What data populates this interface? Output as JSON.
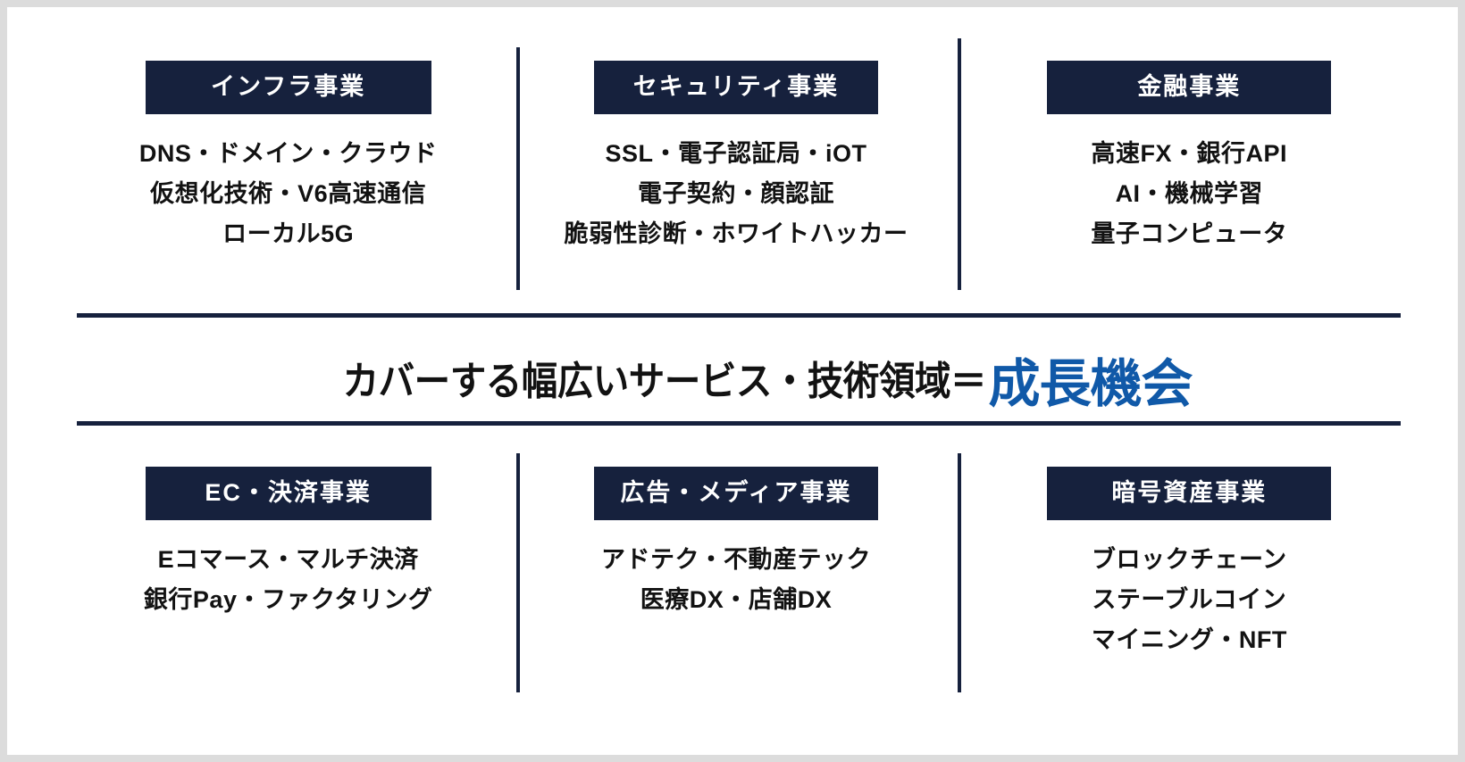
{
  "theme": {
    "chip_background": "#16213d",
    "rule_color": "#16213d",
    "accent_color": "#1059a8",
    "body_text_color": "#121212",
    "page_background": "#ffffff",
    "page_border_color": "#dcdcdc"
  },
  "top_row": {
    "columns": [
      {
        "title": "インフラ事業",
        "items": [
          "DNS・ドメイン・クラウド",
          "仮想化技術・V6高速通信",
          "ローカル5G"
        ]
      },
      {
        "title": "セキュリティ事業",
        "items": [
          "SSL・電子認証局・iOT",
          "電子契約・顔認証",
          "脆弱性診断・ホワイトハッカー"
        ]
      },
      {
        "title": "金融事業",
        "items": [
          "高速FX・銀行API",
          "AI・機械学習",
          "量子コンピュータ"
        ]
      }
    ]
  },
  "headline": {
    "main": "カバーする幅広いサービス・技術領域＝",
    "accent": "成長機会"
  },
  "bottom_row": {
    "columns": [
      {
        "title": "EC・決済事業",
        "items": [
          "Eコマース・マルチ決済",
          "銀行Pay・ファクタリング"
        ]
      },
      {
        "title": "広告・メディア事業",
        "items": [
          "アドテク・不動産テック",
          "医療DX・店舗DX"
        ]
      },
      {
        "title": "暗号資産事業",
        "items": [
          "ブロックチェーン",
          "ステーブルコイン",
          "マイニング・NFT"
        ]
      }
    ]
  }
}
